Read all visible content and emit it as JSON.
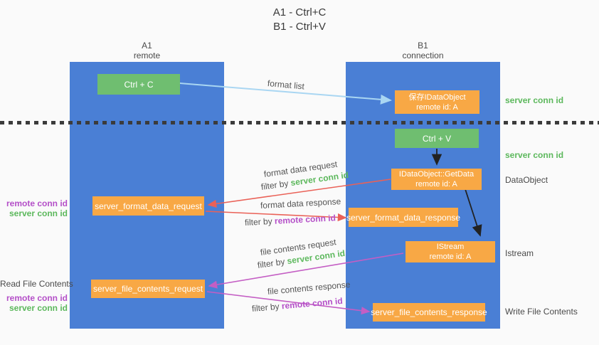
{
  "title": {
    "line1": "A1 - Ctrl+C",
    "line2": "B1 - Ctrl+V"
  },
  "lanes": {
    "left": {
      "name": "A1",
      "role": "remote"
    },
    "right": {
      "name": "B1",
      "role": "connection"
    }
  },
  "boxes": {
    "ctrl_c": {
      "label": "Ctrl + C"
    },
    "ctrl_v": {
      "label": "Ctrl + V"
    },
    "save_dataobject": {
      "line1": "保存IDataObject",
      "line2": "remote id: A"
    },
    "getdata": {
      "line1": "IDataObject::GetData",
      "line2": "remote id: A"
    },
    "istream": {
      "line1": "IStream",
      "line2": "remote id: A"
    },
    "format_request": {
      "label": "server_format_data_request"
    },
    "format_response": {
      "label": "server_format_data_response"
    },
    "file_request": {
      "label": "server_file_contents_request"
    },
    "file_response": {
      "label": "server_file_contents_response"
    }
  },
  "side_labels": {
    "left": {
      "remote_conn_id_1": "remote conn id",
      "server_conn_id_1": "server conn id",
      "read_file_contents": "Read File Contents",
      "remote_conn_id_2": "remote conn id",
      "server_conn_id_2": "server conn id"
    },
    "right": {
      "server_conn_id_1": "server conn id",
      "server_conn_id_2": "server conn id",
      "dataobject": "DataObject",
      "istream": "Istream",
      "write_file_contents": "Write File Contents"
    }
  },
  "arrow_labels": {
    "format_list": "format list",
    "format_data_request": "format data request",
    "format_data_response": "format data response",
    "file_contents_request": "file contents request",
    "file_contents_response": "file contents response",
    "filter_by": "filter by",
    "server_conn_id": "server conn id",
    "remote_conn_id": "remote conn id"
  },
  "colors": {
    "lane_blue": "#4a7fd5",
    "box_green": "#6fbe70",
    "box_orange": "#f8a845",
    "text_green": "#5cb85c",
    "text_purple": "#b44fc8",
    "arrow_red": "#ea6157",
    "arrow_magenta": "#c45ec4",
    "arrow_blue": "#a9d6f2",
    "arrow_black": "#222222"
  }
}
